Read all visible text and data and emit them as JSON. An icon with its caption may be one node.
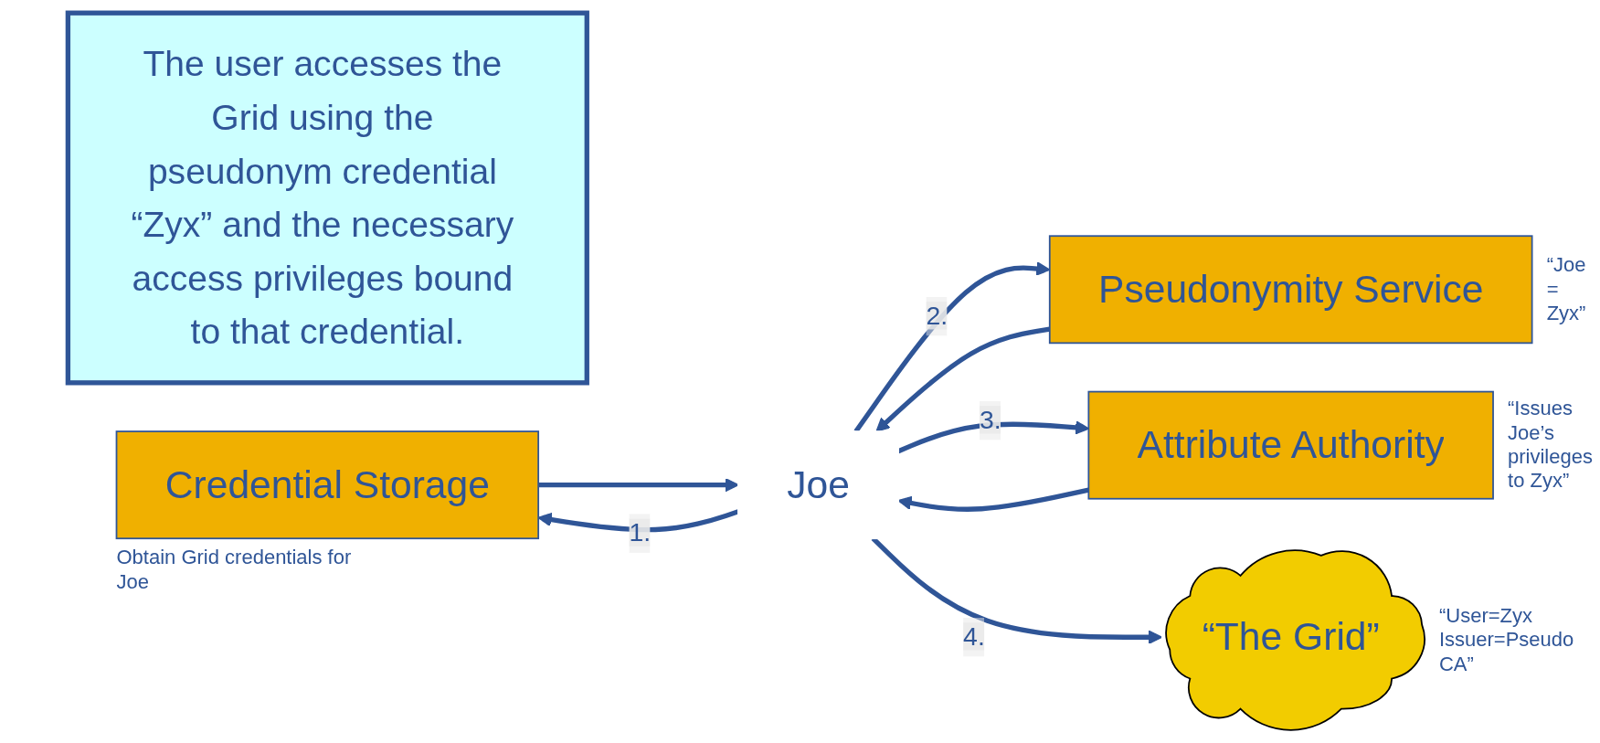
{
  "diagram": {
    "nodes": [
      {
        "text": [
          "The user accesses the Grid using the pseudonym credential “Zyx” and the necessary access privileges bound to that credential."
        ]
      },
      {
        "text": [
          "Credential Storage"
        ],
        "beside": [
          "Obtain Grid credentials for Joe"
        ]
      },
      {
        "text": [
          "Pseudonymity Service"
        ],
        "beside": [
          "“Joe = Zyx”"
        ]
      },
      {
        "text": [
          "Attribute Authority"
        ],
        "beside": [
          "“Issues Joe’s privileges to Zyx”"
        ]
      },
      {
        "text": [
          "Joe"
        ]
      },
      {
        "text": [
          "“The Grid”"
        ],
        "beside": [
          "“User=Zyx Issuer=Pseudo CA”"
        ]
      }
    ],
    "edges": [
      {
        "from": 4,
        "to": 1,
        "arrow": "to",
        "label": "1."
      },
      {
        "from": 1,
        "to": 4,
        "arrow": "to"
      },
      {
        "from": 4,
        "to": 2,
        "arrow": "to",
        "label": "2."
      },
      {
        "from": 2,
        "to": 4,
        "arrow": "to"
      },
      {
        "from": 4,
        "to": 3,
        "arrow": "to",
        "label": "3."
      },
      {
        "from": 3,
        "to": 4,
        "arrow": "to"
      },
      {
        "from": 4,
        "to": 5,
        "arrow": "to",
        "label": "4."
      }
    ]
  }
}
